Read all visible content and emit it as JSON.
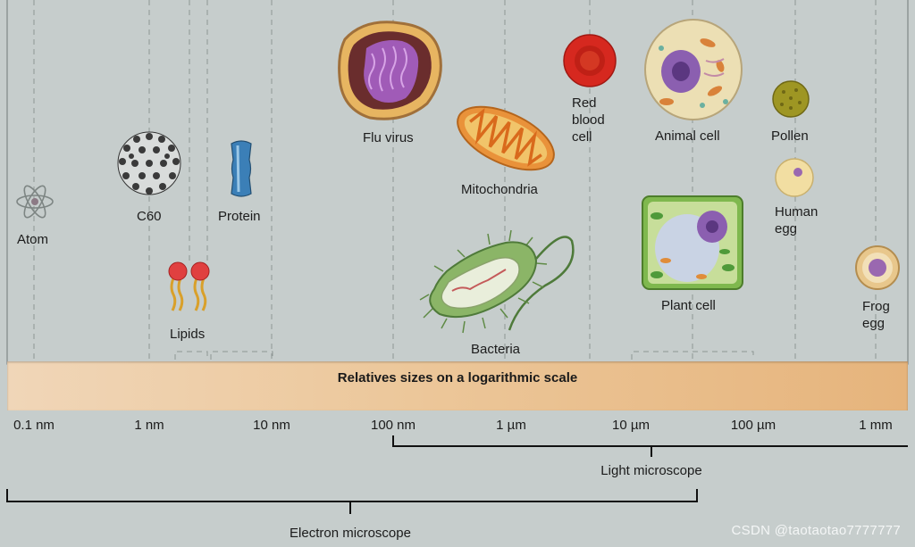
{
  "scale": {
    "title": "Relatives sizes on a logarithmic scale",
    "ticks": [
      "0.1 nm",
      "1 nm",
      "10 nm",
      "100 nm",
      "1 µm",
      "10 µm",
      "100 µm",
      "1 mm"
    ]
  },
  "objects": {
    "atom": "Atom",
    "c60": "C60",
    "lipids": "Lipids",
    "protein": "Protein",
    "flu_virus": "Flu virus",
    "mitochondria": "Mitochondria",
    "bacteria": "Bacteria",
    "red_blood_cell_1": "Red",
    "red_blood_cell_2": "blood",
    "red_blood_cell_3": "cell",
    "animal_cell": "Animal cell",
    "plant_cell": "Plant cell",
    "pollen": "Pollen",
    "human_egg_1": "Human",
    "human_egg_2": "egg",
    "frog_egg_1": "Frog",
    "frog_egg_2": "egg"
  },
  "microscopes": {
    "light": "Light microscope",
    "electron": "Electron microscope"
  },
  "watermark": "CSDN @taotaotao7777777",
  "colors": {
    "background": "#c6cdcc",
    "tick_mark": "#c8202a",
    "guide_line": "#8e9695"
  }
}
